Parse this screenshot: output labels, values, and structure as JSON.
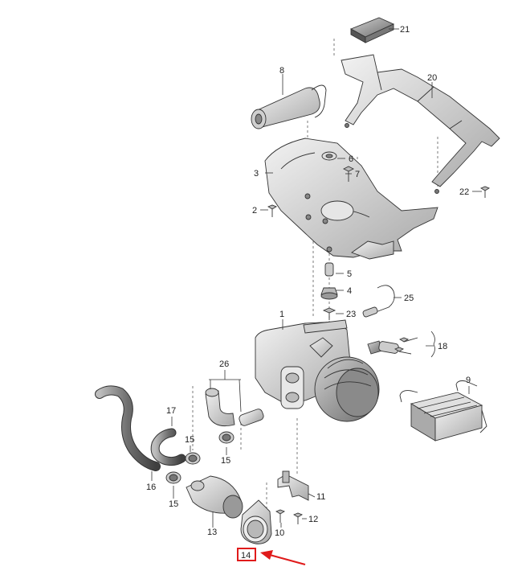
{
  "figure": {
    "callouts": {
      "c1": "1",
      "c2": "2",
      "c3": "3",
      "c4": "4",
      "c5": "5",
      "c6": "6",
      "c7": "7",
      "c8": "8",
      "c9": "9",
      "c10": "10",
      "c11": "11",
      "c12": "12",
      "c13": "13",
      "c14": "14",
      "c15a": "15",
      "c15b": "15",
      "c15c": "15",
      "c16": "16",
      "c17": "17",
      "c18": "18",
      "c20": "20",
      "c21": "21",
      "c22": "22",
      "c23": "23",
      "c25": "25",
      "c26": "26"
    },
    "highlighted_callout": "14",
    "colors": {
      "highlight": "#e01b1b",
      "line": "#333333",
      "part_fill": "#dcdcdc",
      "part_dark": "#9a9a9a"
    }
  }
}
